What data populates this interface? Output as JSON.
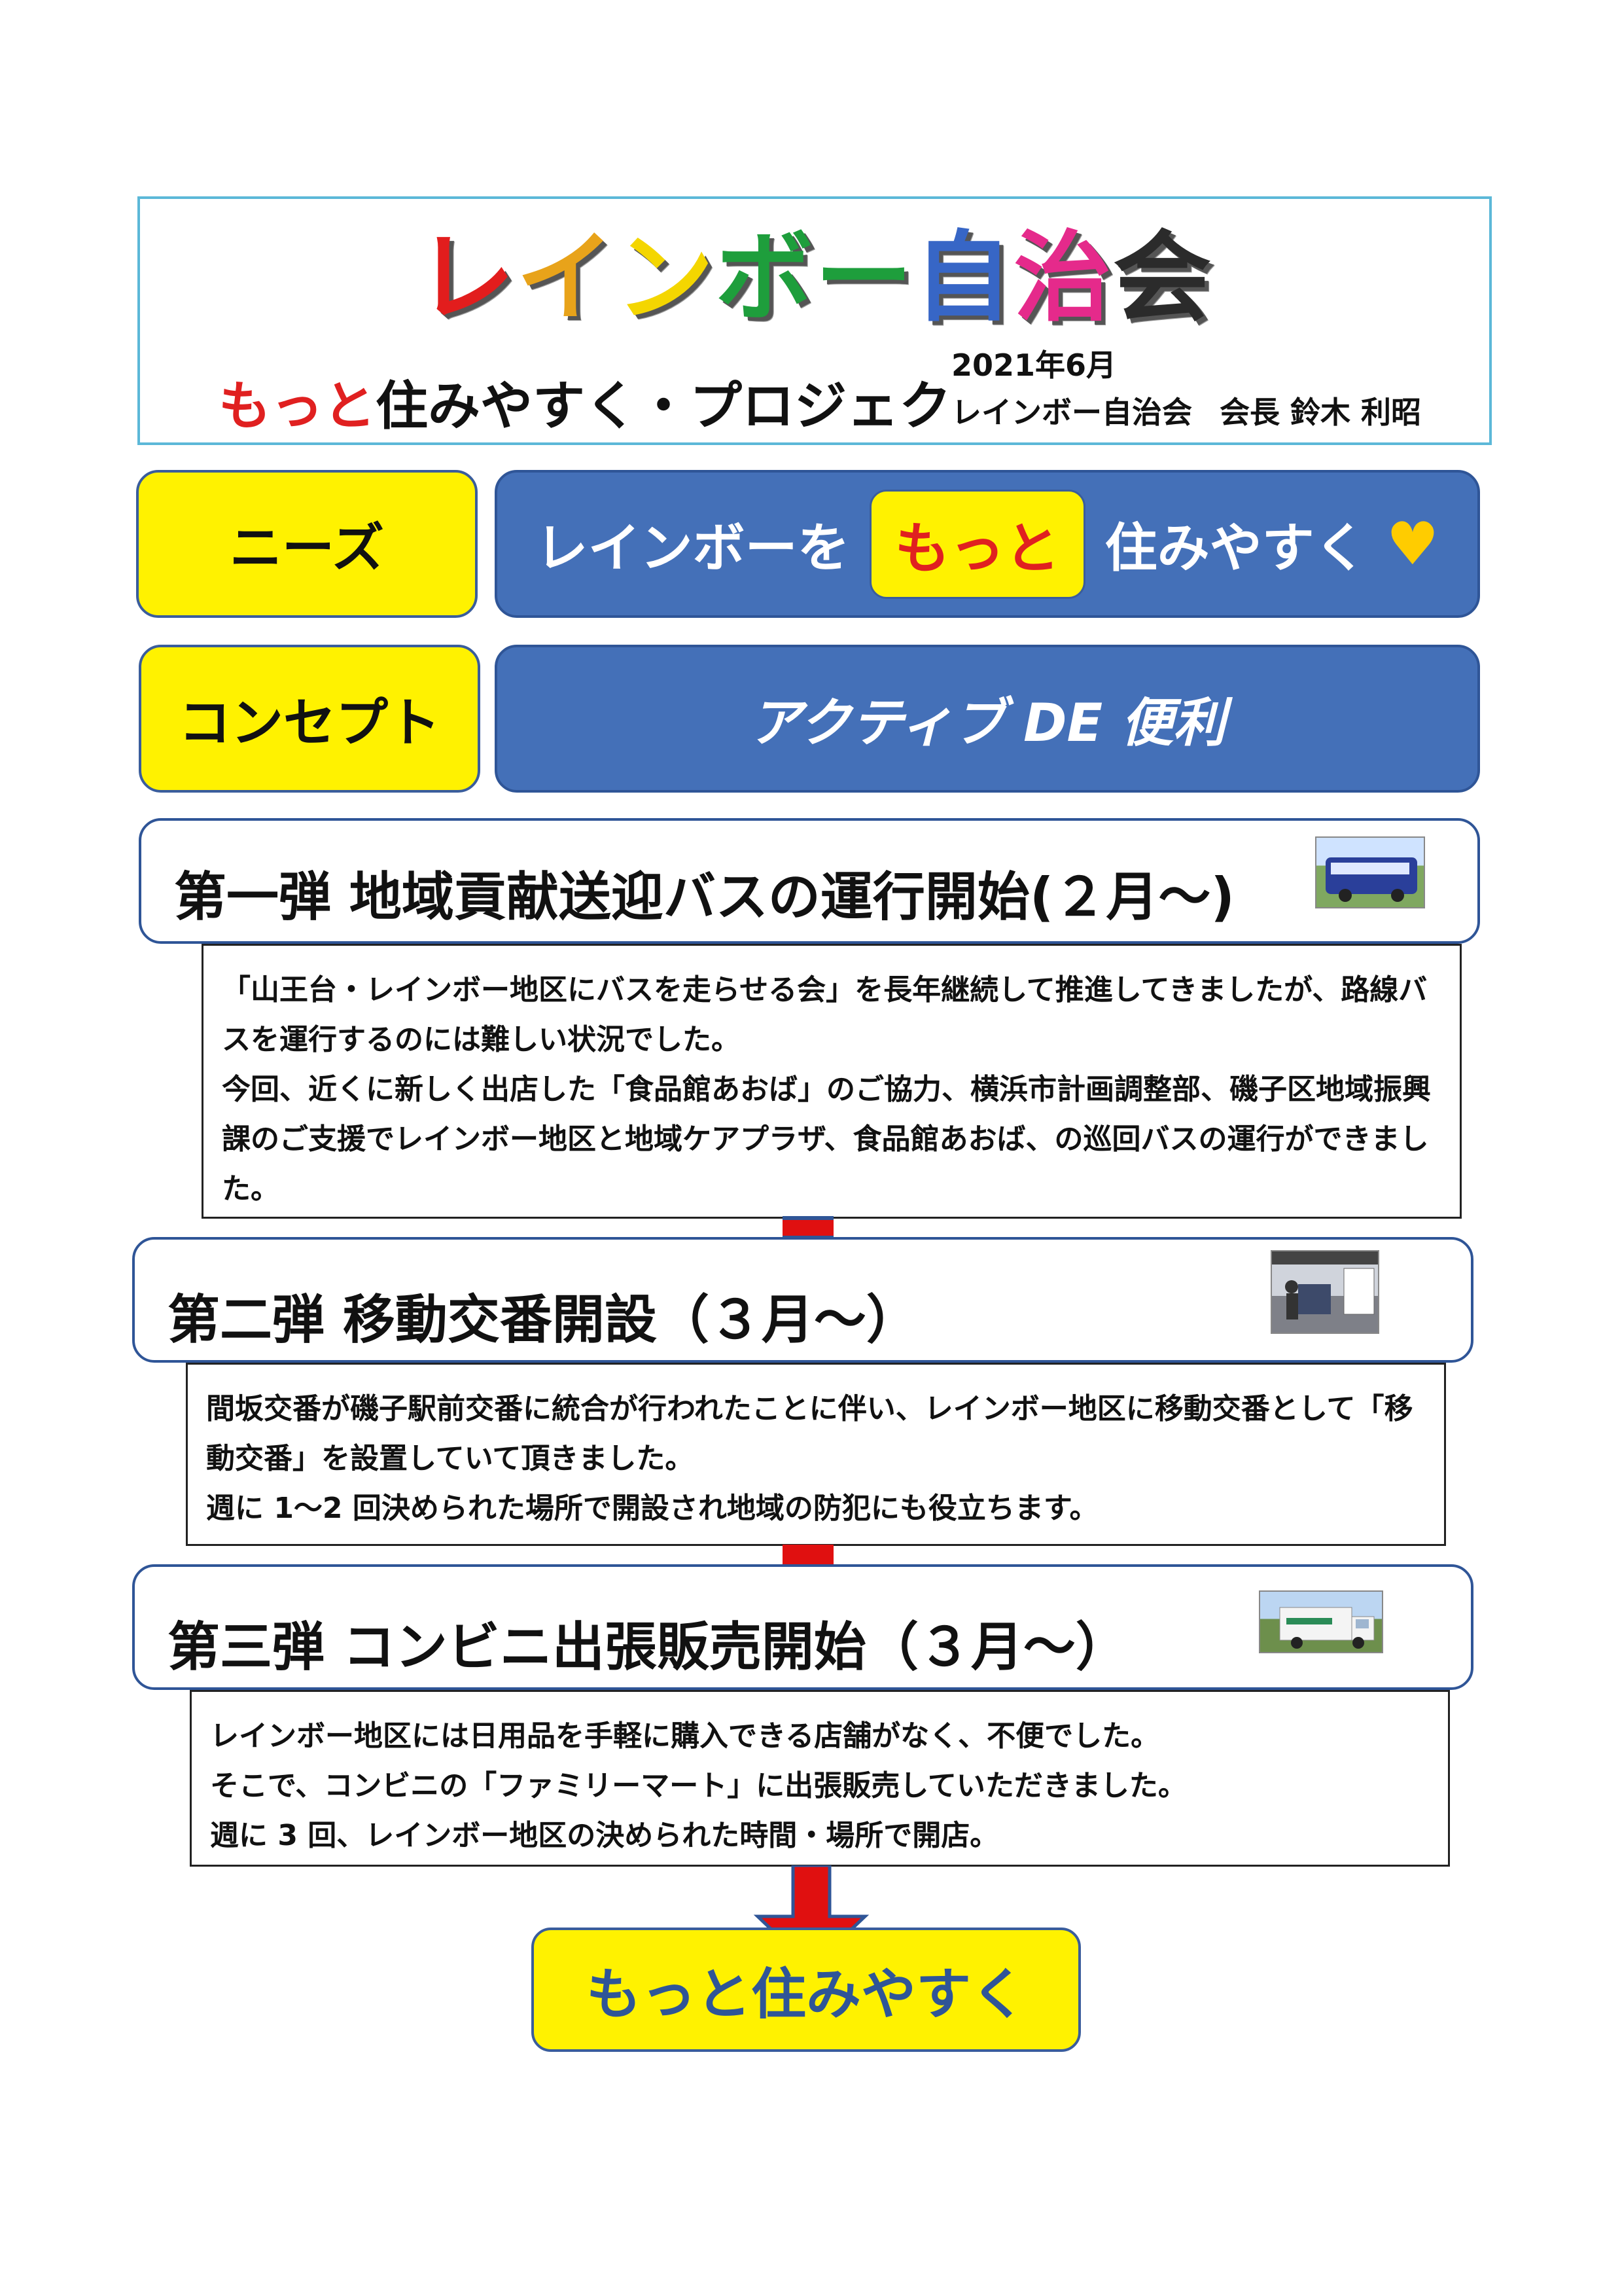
{
  "header": {
    "title_chars": [
      {
        "char": "レ",
        "color": "#e21d1d"
      },
      {
        "char": "イ",
        "color": "#e8a31a"
      },
      {
        "char": "ン",
        "color": "#f4d600"
      },
      {
        "char": "ボ",
        "color": "#1e9e3c"
      },
      {
        "char": "ー",
        "color": "#1e9e3c"
      },
      {
        "char": "自",
        "color": "#3766c6"
      },
      {
        "char": "治",
        "color": "#e52a8b"
      },
      {
        "char": "会",
        "color": "#2b2b2b"
      }
    ],
    "subtitle_accent": "もっと",
    "subtitle_rest": "住みやすく・プロジェク",
    "date": "2021年6月",
    "org": "レインボー自治会",
    "chair": "会長 鈴木 利昭"
  },
  "needs": {
    "label": "ニーズ",
    "text_before": "レインボーを",
    "highlight": "もっと",
    "text_after": "住みやすく",
    "heart": "♥"
  },
  "concept": {
    "label": "コンセプト",
    "text": "アクティブ DE 便利"
  },
  "sections": [
    {
      "title": "第一弾 地域貢献送迎バスの運行開始(２月～)",
      "lines": [
        "「山王台・レインボー地区にバスを走らせる会」を長年継続して推進してきましたが、路線バスを運行するのには難しい状況でした。",
        "今回、近くに新しく出店した「食品館あおば」のご協力、横浜市計画調整部、磯子区地域振興課のご支援でレインボー地区と地域ケアプラザ、食品館あおば、の巡回バスの運行ができました。"
      ]
    },
    {
      "title": "第二弾 移動交番開設（３月～）",
      "lines": [
        "間坂交番が磯子駅前交番に統合が行われたことに伴い、レインボー地区に移動交番として「移動交番」を設置していて頂きました。",
        "週に 1～2 回決められた場所で開設され地域の防犯にも役立ちます。"
      ]
    },
    {
      "title": "第三弾 コンビニ出張販売開始（３月～）",
      "lines": [
        "レインボー地区には日用品を手軽に購入できる店舗がなく、不便でした。",
        "そこで、コンビニの「ファミリーマート」に出張販売していただきました。",
        "週に 3 回、レインボー地区の決められた時間・場所で開店。"
      ]
    }
  ],
  "final": {
    "text": "もっと住みやすく"
  },
  "colors": {
    "yellow": "#fff200",
    "blue": "#4470b8",
    "red": "#e01010",
    "navy": "#2f5597"
  }
}
